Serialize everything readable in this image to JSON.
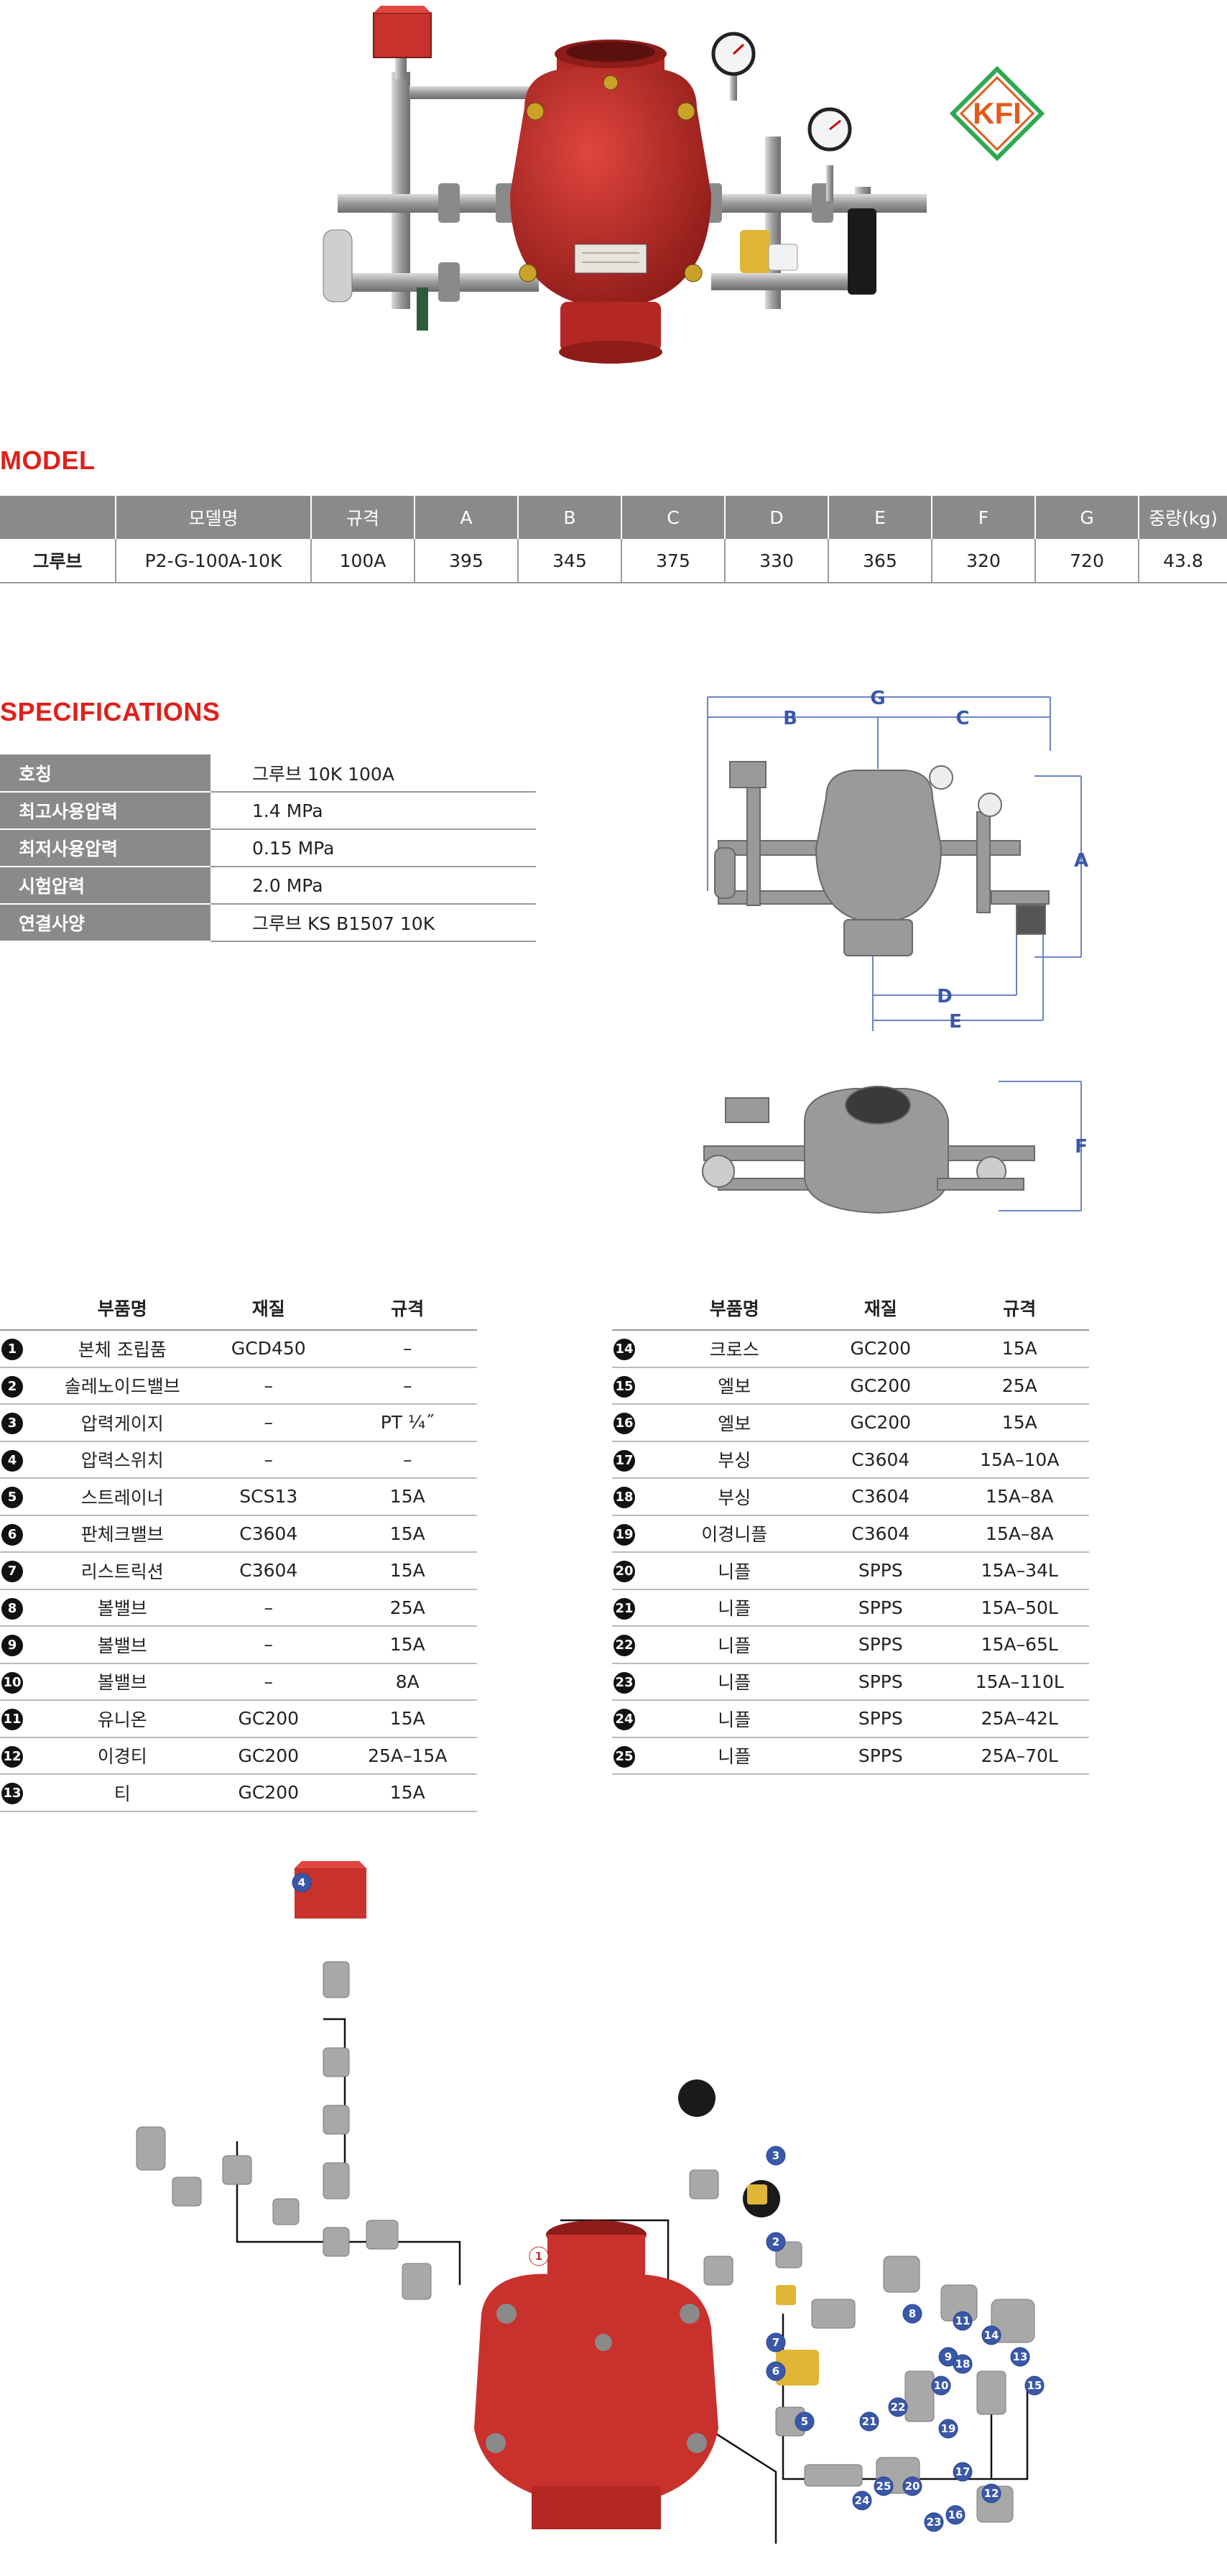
{
  "model": {
    "title": "MODEL",
    "headers": [
      "",
      "모델명",
      "규격",
      "A",
      "B",
      "C",
      "D",
      "E",
      "F",
      "G",
      "중량(kg)"
    ],
    "rows": [
      [
        "그루브",
        "P2-G-100A-10K",
        "100A",
        "395",
        "345",
        "375",
        "330",
        "365",
        "320",
        "720",
        "43.8"
      ]
    ]
  },
  "logo": {
    "text": "KFI"
  },
  "specs": {
    "title": "SPECIFICATIONS",
    "rows": [
      {
        "key": "호칭",
        "value": "그루브 10K 100A"
      },
      {
        "key": "최고사용압력",
        "value": "1.4 MPa"
      },
      {
        "key": "최저사용압력",
        "value": "0.15 MPa"
      },
      {
        "key": "시험압력",
        "value": "2.0 MPa"
      },
      {
        "key": "연결사양",
        "value": "그루브 KS B1507 10K"
      }
    ]
  },
  "dims": {
    "labels": [
      "G",
      "B",
      "C",
      "A",
      "D",
      "E",
      "F"
    ]
  },
  "parts_headers": [
    "부품명",
    "재질",
    "규격"
  ],
  "parts_left": [
    {
      "num": "1",
      "name": "본체 조립품",
      "material": "GCD450",
      "spec": "–"
    },
    {
      "num": "2",
      "name": "솔레노이드밸브",
      "material": "–",
      "spec": "–"
    },
    {
      "num": "3",
      "name": "압력게이지",
      "material": "–",
      "spec": "PT ¼˝"
    },
    {
      "num": "4",
      "name": "압력스위치",
      "material": "–",
      "spec": "–"
    },
    {
      "num": "5",
      "name": "스트레이너",
      "material": "SCS13",
      "spec": "15A"
    },
    {
      "num": "6",
      "name": "판체크밸브",
      "material": "C3604",
      "spec": "15A"
    },
    {
      "num": "7",
      "name": "리스트릭션",
      "material": "C3604",
      "spec": "15A"
    },
    {
      "num": "8",
      "name": "볼밸브",
      "material": "–",
      "spec": "25A"
    },
    {
      "num": "9",
      "name": "볼밸브",
      "material": "–",
      "spec": "15A"
    },
    {
      "num": "10",
      "name": "볼밸브",
      "material": "–",
      "spec": "8A"
    },
    {
      "num": "11",
      "name": "유니온",
      "material": "GC200",
      "spec": "15A"
    },
    {
      "num": "12",
      "name": "이경티",
      "material": "GC200",
      "spec": "25A–15A"
    },
    {
      "num": "13",
      "name": "티",
      "material": "GC200",
      "spec": "15A"
    }
  ],
  "parts_right": [
    {
      "num": "14",
      "name": "크로스",
      "material": "GC200",
      "spec": "15A"
    },
    {
      "num": "15",
      "name": "엘보",
      "material": "GC200",
      "spec": "25A"
    },
    {
      "num": "16",
      "name": "엘보",
      "material": "GC200",
      "spec": "15A"
    },
    {
      "num": "17",
      "name": "부싱",
      "material": "C3604",
      "spec": "15A–10A"
    },
    {
      "num": "18",
      "name": "부싱",
      "material": "C3604",
      "spec": "15A–8A"
    },
    {
      "num": "19",
      "name": "이경니플",
      "material": "C3604",
      "spec": "15A–8A"
    },
    {
      "num": "20",
      "name": "니플",
      "material": "SPPS",
      "spec": "15A–34L"
    },
    {
      "num": "21",
      "name": "니플",
      "material": "SPPS",
      "spec": "15A–50L"
    },
    {
      "num": "22",
      "name": "니플",
      "material": "SPPS",
      "spec": "15A–65L"
    },
    {
      "num": "23",
      "name": "니플",
      "material": "SPPS",
      "spec": "15A–110L"
    },
    {
      "num": "24",
      "name": "니플",
      "material": "SPPS",
      "spec": "25A–42L"
    },
    {
      "num": "25",
      "name": "니플",
      "material": "SPPS",
      "spec": "25A–70L"
    }
  ],
  "exploded_labels": [
    "1",
    "2",
    "3",
    "4",
    "5",
    "6",
    "7",
    "8",
    "9",
    "10",
    "11",
    "12",
    "13",
    "14",
    "15",
    "16",
    "17",
    "18",
    "19",
    "20",
    "21",
    "22",
    "23",
    "24",
    "25"
  ],
  "colors": {
    "accent": "#e0201b",
    "header_gray": "#8a8a8a",
    "line_blue": "#6b84c4",
    "valve_red": "#c8312c"
  }
}
